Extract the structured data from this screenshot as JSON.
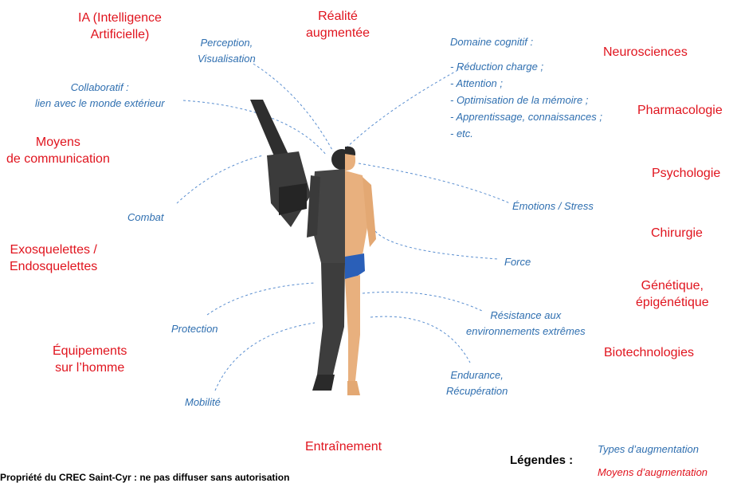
{
  "means": {
    "ia": [
      "IA (Intelligence",
      "Artificielle)"
    ],
    "realite": [
      "Réalité",
      "augmentée"
    ],
    "moyens_comm": [
      "Moyens",
      "de communication"
    ],
    "exosquelettes": [
      "Exosquelettes /",
      "Endosquelettes"
    ],
    "equipements": [
      "Équipements",
      "sur l’homme"
    ],
    "entrainement": "Entraînement",
    "neurosciences": "Neurosciences",
    "pharmacologie": "Pharmacologie",
    "psychologie": "Psychologie",
    "chirurgie": "Chirurgie",
    "genetique": [
      "Génétique,",
      "épigénétique"
    ],
    "biotechnologies": "Biotechnologies"
  },
  "types": {
    "perception": [
      "Perception,",
      "Visualisation"
    ],
    "collaboratif": [
      "Collaboratif :",
      "lien avec le monde extérieur"
    ],
    "combat": "Combat",
    "protection": "Protection",
    "mobilite": "Mobilité",
    "domaine": [
      "Domaine cognitif :",
      "- Réduction charge ;",
      "- Attention ;",
      "- Optimisation de la mémoire ;",
      "- Apprentissage, connaissances ;",
      "- etc."
    ],
    "emotions": "Émotions / Stress",
    "force": "Force",
    "resistance": [
      "Résistance aux",
      "environnements extrêmes"
    ],
    "endurance": [
      "Endurance,",
      "Récupération"
    ]
  },
  "legend": {
    "title": "Légendes :",
    "types": "Types d’augmentation",
    "means": "Moyens d’augmentation"
  },
  "footer": "Propriété du CREC Saint-Cyr : ne pas diffuser sans autorisation",
  "colors": {
    "means": "#e0141e",
    "types": "#2f6fb0",
    "armor": "#3a3a3a",
    "skin": "#e8b07e",
    "briefs": "#2a5fb8"
  }
}
